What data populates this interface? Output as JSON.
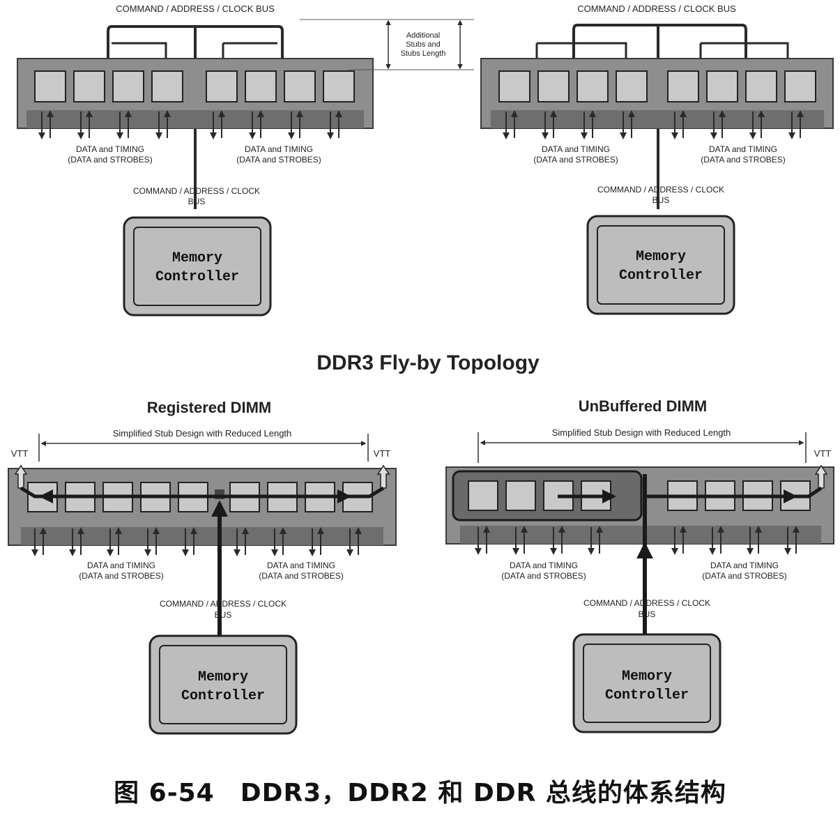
{
  "top_left": {
    "bus_label_top": "COMMAND / ADDRESS / CLOCK BUS",
    "data_left_1": "DATA and TIMING",
    "data_left_2": "(DATA and STROBES)",
    "data_right_1": "DATA and TIMING",
    "data_right_2": "(DATA and STROBES)",
    "bus_label_bottom_1": "COMMAND / ADDRESS / CLOCK",
    "bus_label_bottom_2": "BUS",
    "controller_1": "Memory",
    "controller_2": "Controller"
  },
  "top_right": {
    "bus_label_top": "COMMAND / ADDRESS / CLOCK BUS",
    "data_left_1": "DATA and TIMING",
    "data_left_2": "(DATA and STROBES)",
    "data_right_1": "DATA and TIMING",
    "data_right_2": "(DATA and STROBES)",
    "bus_label_bottom_1": "COMMAND / ADDRESS / CLOCK",
    "bus_label_bottom_2": "BUS",
    "controller_1": "Memory",
    "controller_2": "Controller"
  },
  "stub_note": [
    "Additional",
    "Stubs and",
    "Stubs Length"
  ],
  "section_title": "DDR3 Fly-by Topology",
  "bottom_left": {
    "title": "Registered DIMM",
    "stub_label": "Simplified Stub Design with Reduced Length",
    "vtt_left": "VTT",
    "vtt_right": "VTT",
    "data_left_1": "DATA and TIMING",
    "data_left_2": "(DATA and STROBES)",
    "data_right_1": "DATA and TIMING",
    "data_right_2": "(DATA and STROBES)",
    "bus_label_1": "COMMAND / ADDRESS / CLOCK",
    "bus_label_2": "BUS",
    "controller_1": "Memory",
    "controller_2": "Controller"
  },
  "bottom_right": {
    "title": "UnBuffered DIMM",
    "stub_label": "Simplified Stub Design with Reduced Length",
    "vtt_right": "VTT",
    "data_left_1": "DATA and TIMING",
    "data_left_2": "(DATA and STROBES)",
    "data_right_1": "DATA and TIMING",
    "data_right_2": "(DATA and STROBES)",
    "bus_label_1": "COMMAND / ADDRESS / CLOCK",
    "bus_label_2": "BUS",
    "controller_1": "Memory",
    "controller_2": "Controller"
  },
  "caption": "图 6-54　DDR3，DDR2 和 DDR 总线的体系结构",
  "colors": {
    "module": "#8e8e8e",
    "chip": "#c9c9c9",
    "controller": "#bdbdbd",
    "line": "#2a2a2a"
  }
}
